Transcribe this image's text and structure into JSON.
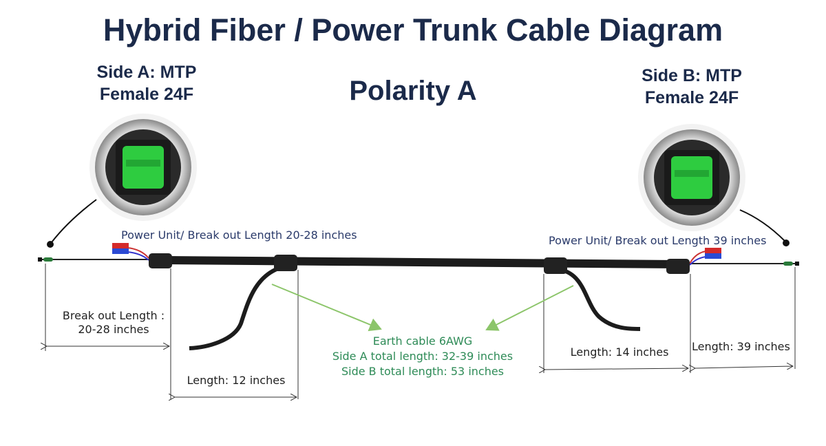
{
  "title": "Hybrid Fiber / Power Trunk Cable Diagram",
  "polarity": "Polarity A",
  "side_a": {
    "line1": "Side A: MTP",
    "line2": "Female 24F"
  },
  "side_b": {
    "line1": "Side B: MTP",
    "line2": "Female 24F"
  },
  "power_unit_a": "Power Unit/ Break out Length 20-28 inches",
  "power_unit_b": "Power Unit/ Break out Length 39 inches",
  "breakout_a": {
    "line1": "Break out Length :",
    "line2": "20-28 inches"
  },
  "length_a": "Length: 12 inches",
  "length_b": "Length: 14 inches",
  "length_b_breakout": "Length: 39 inches",
  "earth": {
    "line1": "Earth cable 6AWG",
    "line2": "Side A total length: 32-39 inches",
    "line3": "Side B total length: 53 inches"
  },
  "colors": {
    "title": "#1b2a4a",
    "earth": "#2e8b57",
    "arrow": "#8cc56a",
    "connector_green": "#2ecc40"
  }
}
